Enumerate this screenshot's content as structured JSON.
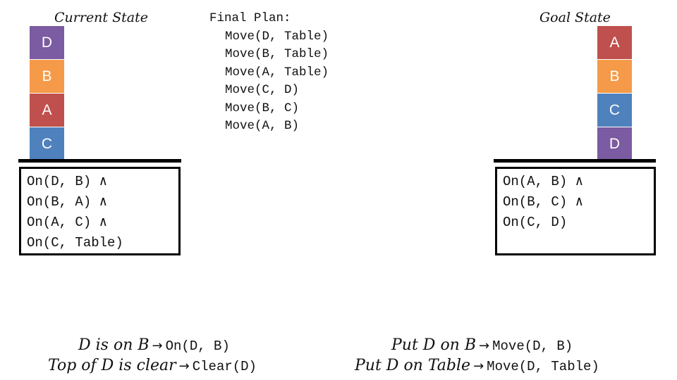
{
  "current_state": {
    "title": "Current State",
    "blocks": [
      {
        "label": "D",
        "color": "#7B5BA1"
      },
      {
        "label": "B",
        "color": "#F59A48"
      },
      {
        "label": "A",
        "color": "#C0504D"
      },
      {
        "label": "C",
        "color": "#4F81BD"
      }
    ],
    "predicates": [
      "On(D, B) ∧",
      "On(B, A) ∧",
      "On(A, C) ∧",
      "On(C, Table)"
    ]
  },
  "goal_state": {
    "title": "Goal State",
    "blocks": [
      {
        "label": "A",
        "color": "#C0504D"
      },
      {
        "label": "B",
        "color": "#F59A48"
      },
      {
        "label": "C",
        "color": "#4F81BD"
      },
      {
        "label": "D",
        "color": "#7B5BA1"
      }
    ],
    "predicates": [
      "On(A, B) ∧",
      "On(B, C) ∧",
      "On(C, D)"
    ]
  },
  "plan": {
    "title": "Final Plan:",
    "steps": [
      "Move(D, Table)",
      "Move(B, Table)",
      "Move(A, Table)",
      "Move(C, D)",
      "Move(B, C)",
      "Move(A, B)"
    ]
  },
  "examples": {
    "left": [
      {
        "text": "D is on B",
        "arrow": "→",
        "code": "On(D, B)"
      },
      {
        "text": "Top of D is clear",
        "arrow": "→",
        "code": "Clear(D)"
      }
    ],
    "right": [
      {
        "text": "Put D on B",
        "arrow": "→",
        "code": "Move(D, B)"
      },
      {
        "text": "Put D on Table",
        "arrow": "→",
        "code": "Move(D, Table)"
      }
    ]
  }
}
